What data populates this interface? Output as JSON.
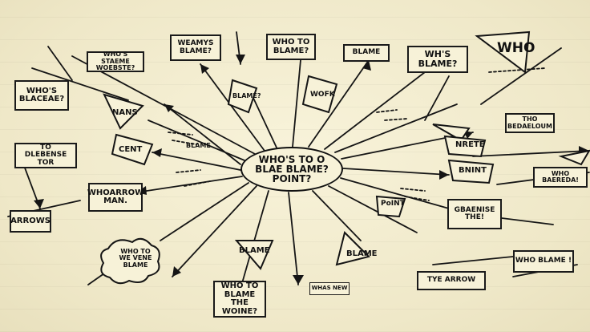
{
  "center": {
    "text": "WHO'S TO O\nBLAE BLAME?\nPOINT?"
  },
  "boxes": {
    "top_left_1": "WEAMYS\nBLAME?",
    "top_center": "WHO TO\nBLAME?",
    "top_right_1": "BLAME",
    "top_right_2": "WH'S BLAME?",
    "top_right_who": "WHO",
    "left_1": "WHO'S STAEME\nWOEBSTE?",
    "left_2": "WHO'S\nBLACEAE?",
    "left_3": "TO\nDLEBENSE\nTOR",
    "left_arrows": "ARROWS",
    "left_who_arrow": "WHOARROW\nMAN.",
    "right_1": "THO\nBEDAELOUM",
    "right_2": "WHO BAEREDA!",
    "right_3": "GBAENISE\nTHE!",
    "right_4": "WHO BLAME !",
    "bottom_center": "WHO TO\nBLAME\nTHE WOINE?",
    "bottom_right": "TYE ARROW"
  },
  "free_text": {
    "nans": "NANS",
    "cent": "CENT",
    "wofk": "WOFK",
    "blame_mid": "BLAME",
    "blame_bottom": "BLAME",
    "blame_bottom_2": "BLAME",
    "nrete": "NRETE",
    "bnint": "BNINT",
    "point": "PoINT",
    "blame_small": "BLAME?",
    "bottom_left_cloud": "WHO TO\nWE VENE\nBLAME",
    "bottom_small": "WHAS NEW"
  }
}
